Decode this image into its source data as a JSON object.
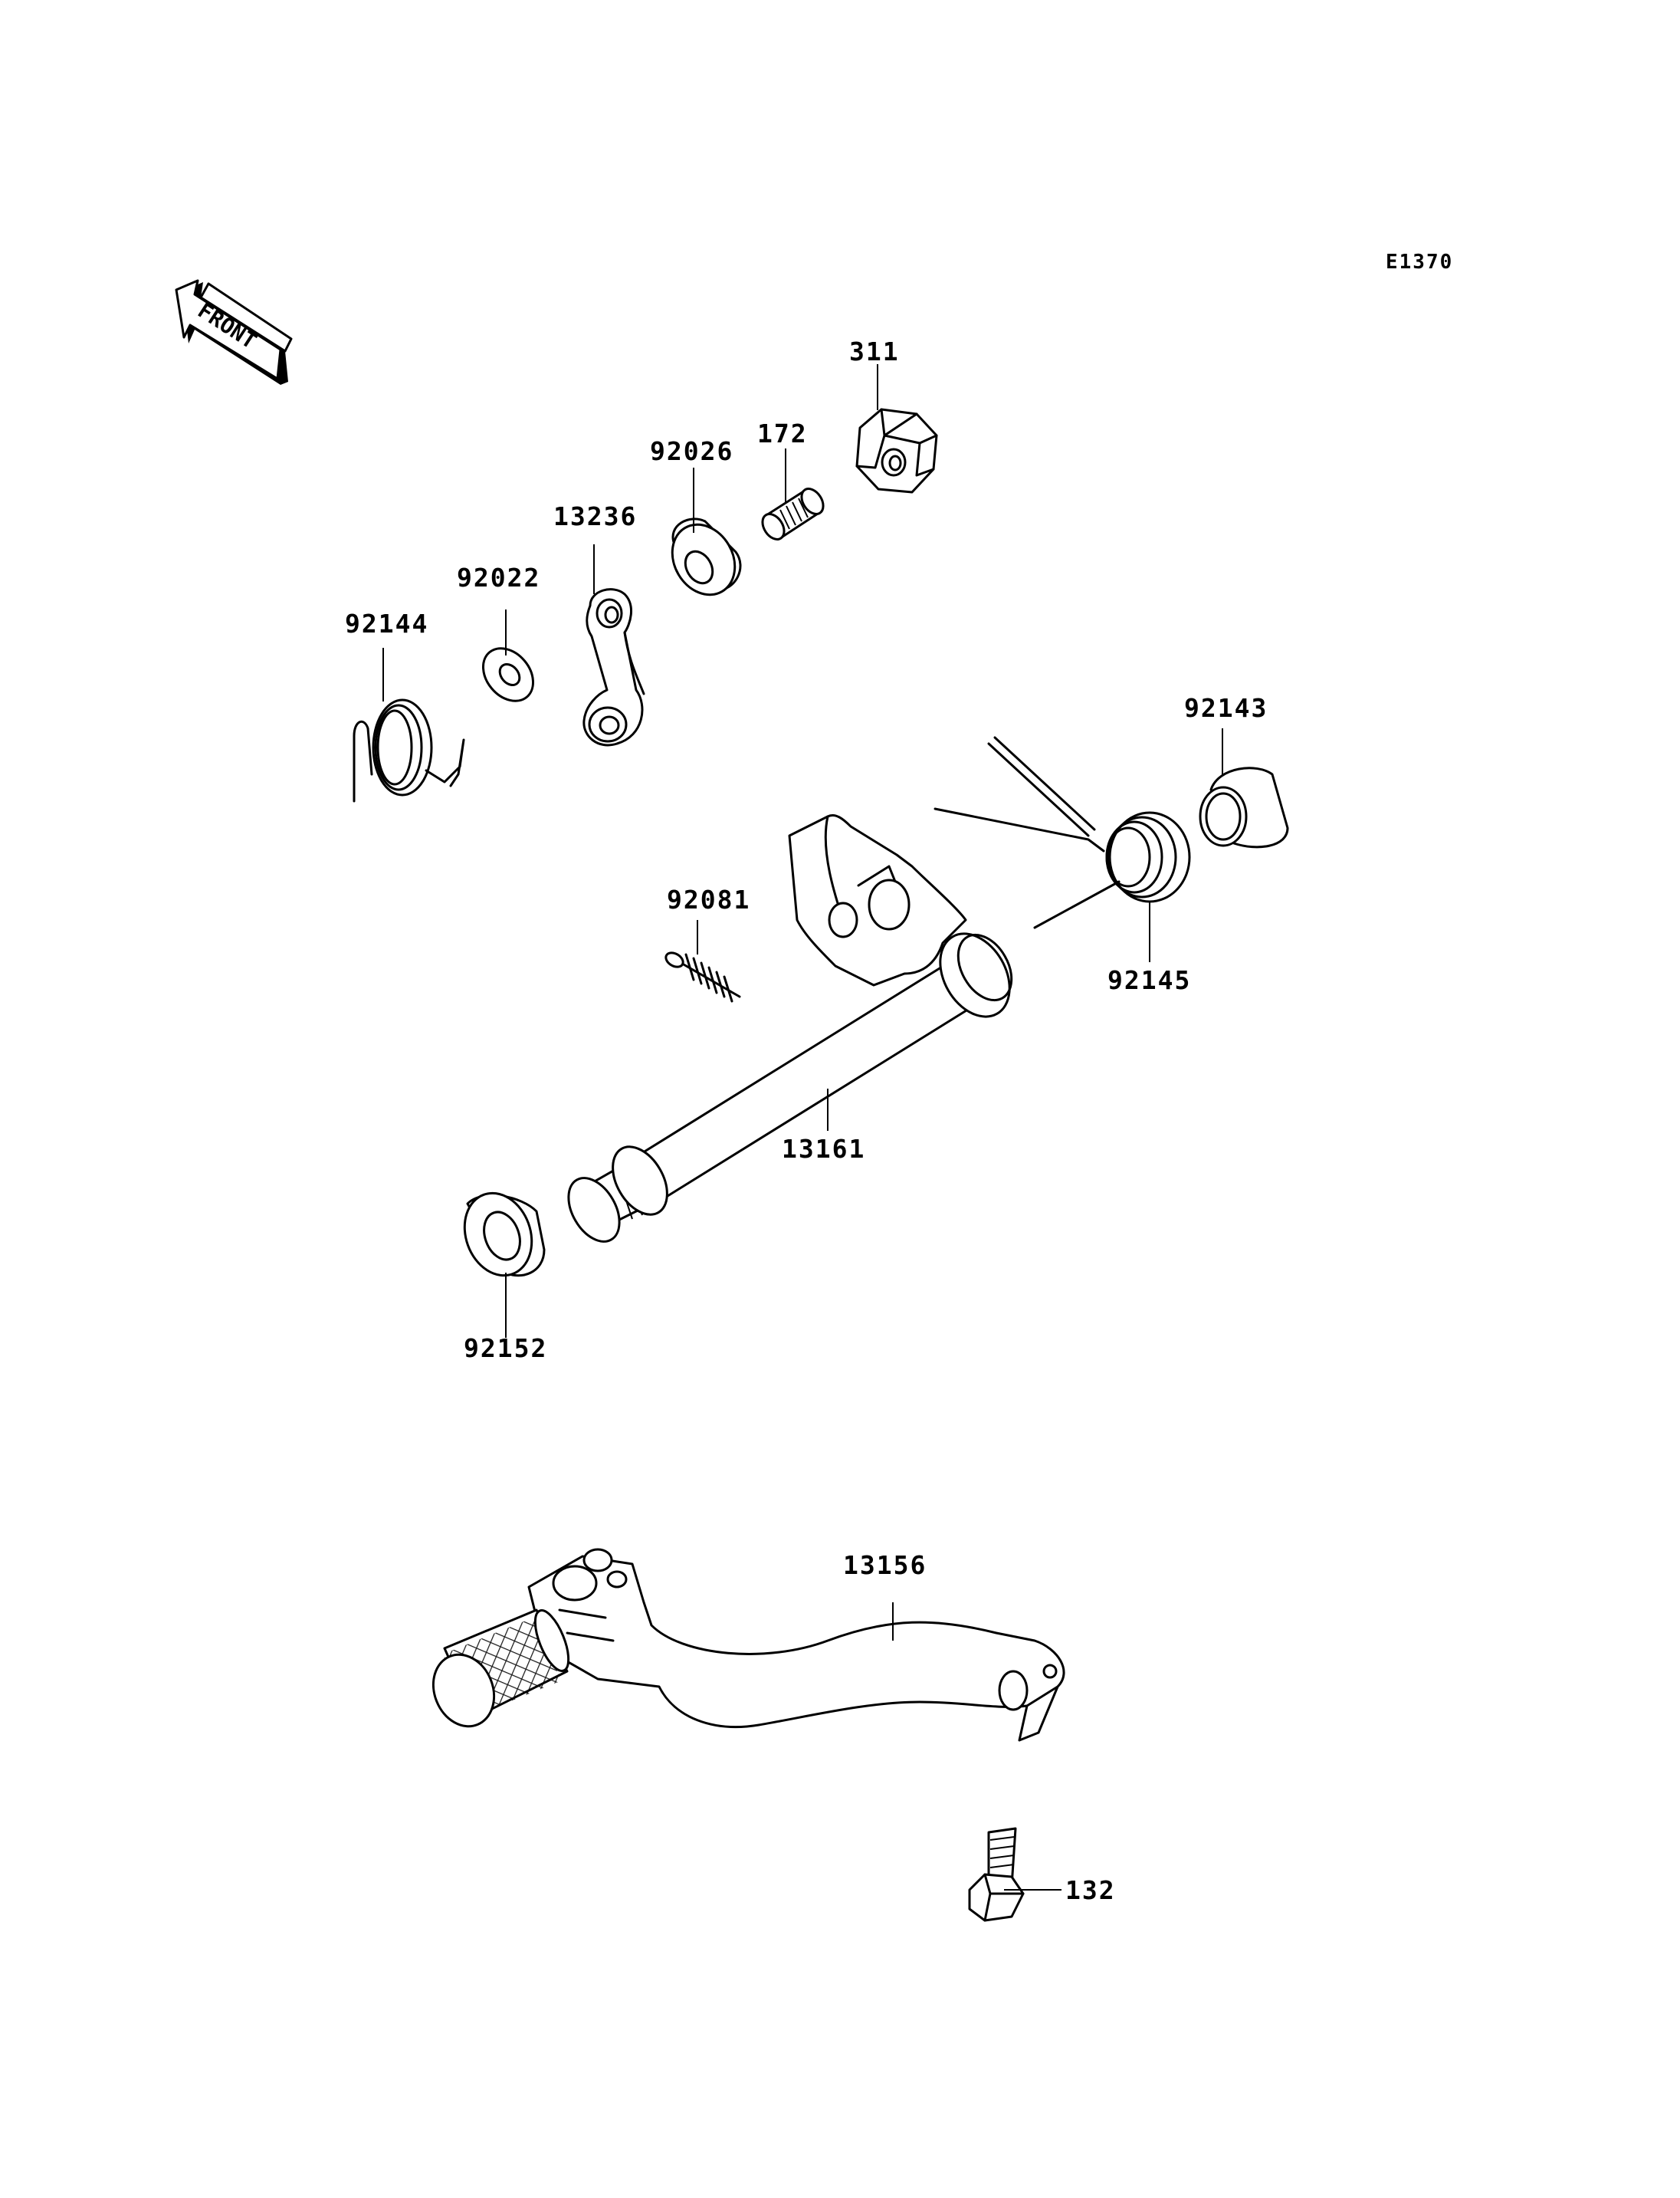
{
  "diagram_code": "E1370",
  "front_label": "FRONT",
  "parts": {
    "p311": "311",
    "p172": "172",
    "p92026": "92026",
    "p13236": "13236",
    "p92022": "92022",
    "p92144": "92144",
    "p92143": "92143",
    "p92081": "92081",
    "p92145": "92145",
    "p13161": "13161",
    "p92152": "92152",
    "p13156": "13156",
    "p132": "132"
  }
}
